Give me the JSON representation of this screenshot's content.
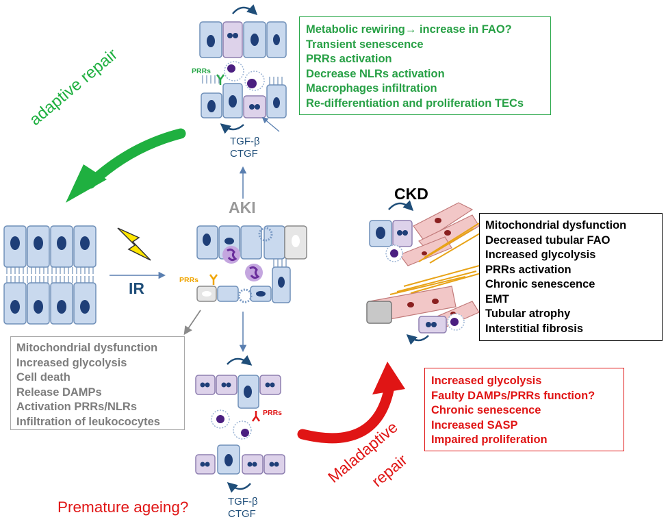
{
  "colors": {
    "green": "#2aa84a",
    "red": "#e01515",
    "grey": "#7d7d7d",
    "blue": "#1f4e79",
    "gold": "#f0a500"
  },
  "labels": {
    "aki": "AKI",
    "ir": "IR",
    "ckd": "CKD",
    "prrs": "PRRs",
    "tgf_top": "TGF-β",
    "ctgf_top": "CTGF",
    "tgf_bottom": "TGF-β",
    "ctgf_bottom": "CTGF",
    "adaptive_repair": "adaptive repair",
    "maladaptive": "Maladaptive",
    "repair": "repair",
    "premature_ageing": "Premature ageing?"
  },
  "adaptive_box": {
    "items": [
      "Metabolic rewiring→ increase in FAO?",
      "Transient senescence",
      "PRRs activation",
      "Decrease NLRs activation",
      "Macrophages infiltration",
      "Re-differentiation and proliferation TECs"
    ]
  },
  "ckd_box": {
    "items": [
      "Mitochondrial dysfunction",
      "Decreased tubular FAO",
      "Increased glycolysis",
      "PRRs activation",
      "Chronic senescence",
      "EMT",
      "Tubular atrophy",
      "Interstitial fibrosis"
    ]
  },
  "aki_box": {
    "items": [
      "Mitochondrial dysfunction",
      "Increased glycolysis",
      "Cell death",
      "Release DAMPs",
      "Activation PRRs/NLRs",
      "Infiltration of leukococytes"
    ]
  },
  "maladaptive_box": {
    "items": [
      "Increased glycolysis",
      "Faulty DAMPs/PRRs function?",
      "Chronic senescence",
      "Increased SASP",
      "Impaired proliferation"
    ]
  }
}
